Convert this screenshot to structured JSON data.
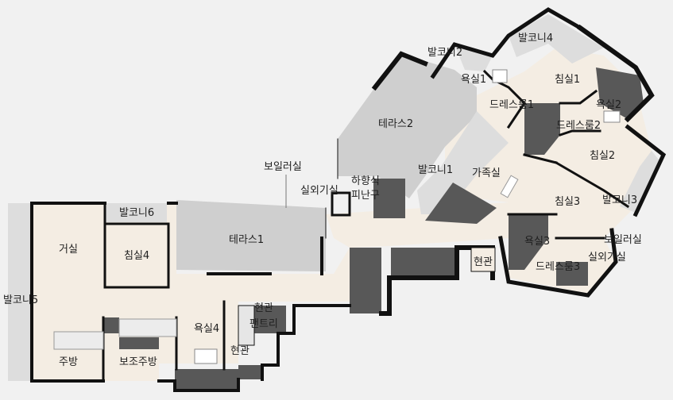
{
  "floor_plan": {
    "rooms": {
      "balcony4": "발코니4",
      "balcony2": "발코니2",
      "bath1": "욕실1",
      "bedroom1": "침실1",
      "bath2": "욕실2",
      "dressroom1": "드레스룸1",
      "dressroom2": "드레스룸2",
      "terrace2": "테라스2",
      "bedroom2": "침실2",
      "boiler_room_top": "보일러실",
      "balcony1": "발코니1",
      "family_room": "가족실",
      "outdoor_unit_room_top": "실외기실",
      "ventilation_shaft": "하향식",
      "refuge_space": "피난구",
      "bedroom3": "침실3",
      "balcony3": "발코니3",
      "balcony6": "발코니6",
      "living_room": "거실",
      "bedroom4": "침실4",
      "terrace1": "테라스1",
      "bath3": "욕실3",
      "boiler_room_right": "보일러실",
      "outdoor_unit_room_right": "실외기실",
      "dressroom3": "드레스룸3",
      "entrance_right": "현관",
      "balcony5": "발코니5",
      "entrance_pantry_line1": "현관",
      "entrance_pantry_line2": "팬트리",
      "bath4": "욕실4",
      "entrance_main": "현관",
      "kitchen": "주방",
      "utility_kitchen": "보조주방"
    }
  }
}
